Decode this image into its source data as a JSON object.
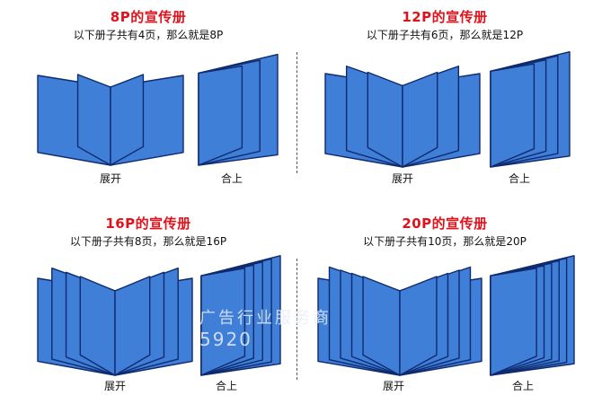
{
  "panels": [
    {
      "title": "8P的宣传册",
      "subtitle": "以下册子共有4页，那么就是8P",
      "open_label": "展开",
      "closed_label": "合上",
      "leaves": 4
    },
    {
      "title": "12P的宣传册",
      "subtitle": "以下册子共有6页，那么就是12P",
      "open_label": "展开",
      "closed_label": "合上",
      "leaves": 6
    },
    {
      "title": "16P的宣传册",
      "subtitle": "以下册子共有8页，那么就是16P",
      "open_label": "展开",
      "closed_label": "合上",
      "leaves": 8
    },
    {
      "title": "20P的宣传册",
      "subtitle": "以下册子共有10页，那么就是20P",
      "open_label": "展开",
      "closed_label": "合上",
      "leaves": 10
    }
  ],
  "watermark": {
    "line1": "",
    "line2": "广告行业服务商",
    "line3": "5920"
  },
  "colors": {
    "title": "#e0121b",
    "page_fill": "#3f7fd8",
    "page_stroke": "#0f2a6e"
  }
}
